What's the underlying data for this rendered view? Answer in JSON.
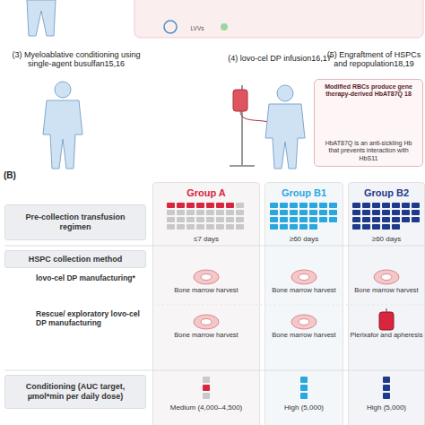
{
  "diagram": {
    "nodes": [
      {
        "text": [
          "Modified RBCs produce gene therapy-derived HbAT87Q 18",
          "HbAT87Q is an anti-sickling Hb that prevents interaction with HbS11"
        ]
      },
      {
        "text": [
          "Group A"
        ]
      },
      {
        "text": [
          "Group B1"
        ]
      },
      {
        "text": [
          "Group B2"
        ]
      },
      {
        "text": [
          "Pre-collection transfusion regimen"
        ]
      },
      {
        "text": [
          "HSPC collection method"
        ]
      },
      {
        "text": [
          "Conditioning (AUC target, µmol*min per daily dose)"
        ]
      }
    ],
    "labels": [
      "LVVs",
      "(3) Myeloablative conditioning using single-agent busulfan15,16",
      "(4) lovo-cel DP infusion16,17",
      "(5) Engraftment of HSPCs and repopulation18,19",
      "(B)",
      "≤7 days",
      "≥60 days",
      "≥60 days",
      "lovo-cel DP manufacturing*",
      "Rescue/ exploratory lovo-cel DP manufacturing",
      "Bone marrow harvest",
      "Bone marrow harvest",
      "Bone marrow harvest",
      "Bone marrow harvest",
      "Bone marrow harvest",
      "Plerixafor and apheresis",
      "Medium (4,000–4,500)",
      "High (5,000)",
      "High (5,000)"
    ]
  }
}
